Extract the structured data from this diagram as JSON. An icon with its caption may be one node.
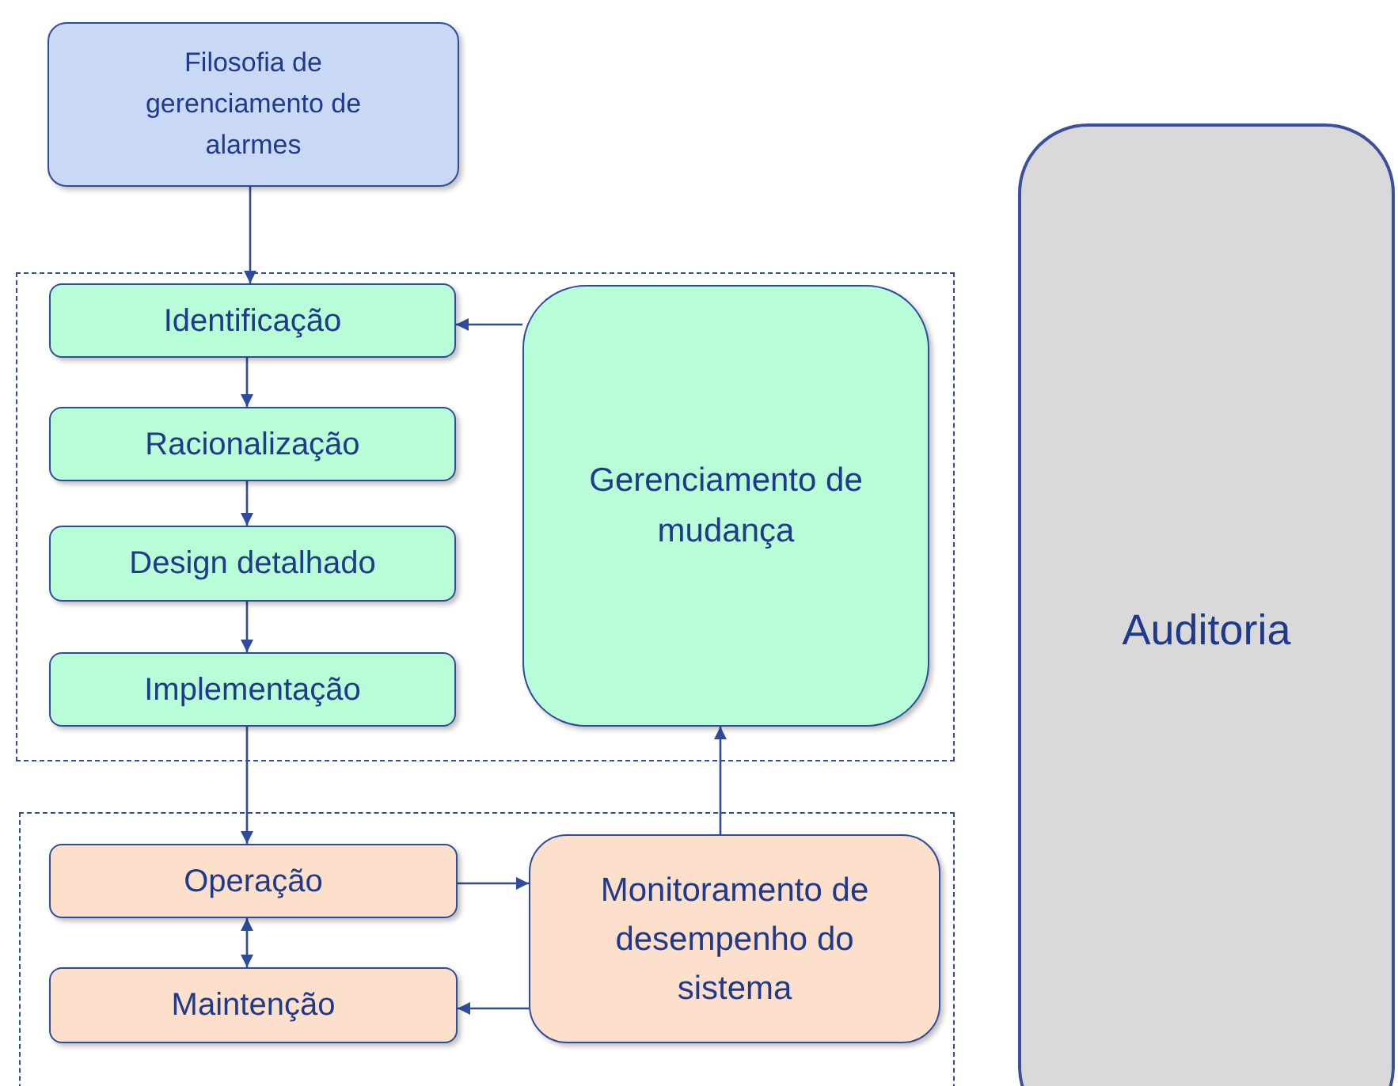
{
  "diagram": {
    "nodes": [
      {
        "text": [
          "Filosofia de gerenciamento de alarmes"
        ]
      },
      {
        "text": [],
        "shape": "box"
      },
      {
        "text": [
          "Identificação"
        ],
        "in": 1
      },
      {
        "text": [
          "Racionalização"
        ],
        "in": 1
      },
      {
        "text": [
          "Design detalhado"
        ],
        "in": 1
      },
      {
        "text": [
          "Implementação"
        ],
        "in": 1
      },
      {
        "text": [
          "Gerenciamento de mudança"
        ],
        "in": 1
      },
      {
        "text": [],
        "shape": "box"
      },
      {
        "text": [
          "Operação"
        ],
        "in": 7
      },
      {
        "text": [
          "Maintenção"
        ],
        "in": 7
      },
      {
        "text": [
          "Monitoramento de desempenho do sistema"
        ],
        "in": 7
      },
      {
        "text": [
          "Auditoria"
        ]
      }
    ],
    "edges": [
      {
        "from": 0,
        "to": 2,
        "arrow": "to"
      },
      {
        "from": 2,
        "to": 3,
        "arrow": "to"
      },
      {
        "from": 3,
        "to": 4,
        "arrow": "to"
      },
      {
        "from": 4,
        "to": 5,
        "arrow": "to"
      },
      {
        "from": 5,
        "to": 8,
        "arrow": "to"
      },
      {
        "from": 8,
        "to": 9,
        "arrow": "both"
      },
      {
        "from": 8,
        "to": 10,
        "arrow": "to"
      },
      {
        "from": 10,
        "to": 9,
        "arrow": "to"
      },
      {
        "from": 10,
        "to": 6,
        "arrow": "to"
      },
      {
        "from": 6,
        "to": 2,
        "arrow": "to"
      }
    ]
  }
}
